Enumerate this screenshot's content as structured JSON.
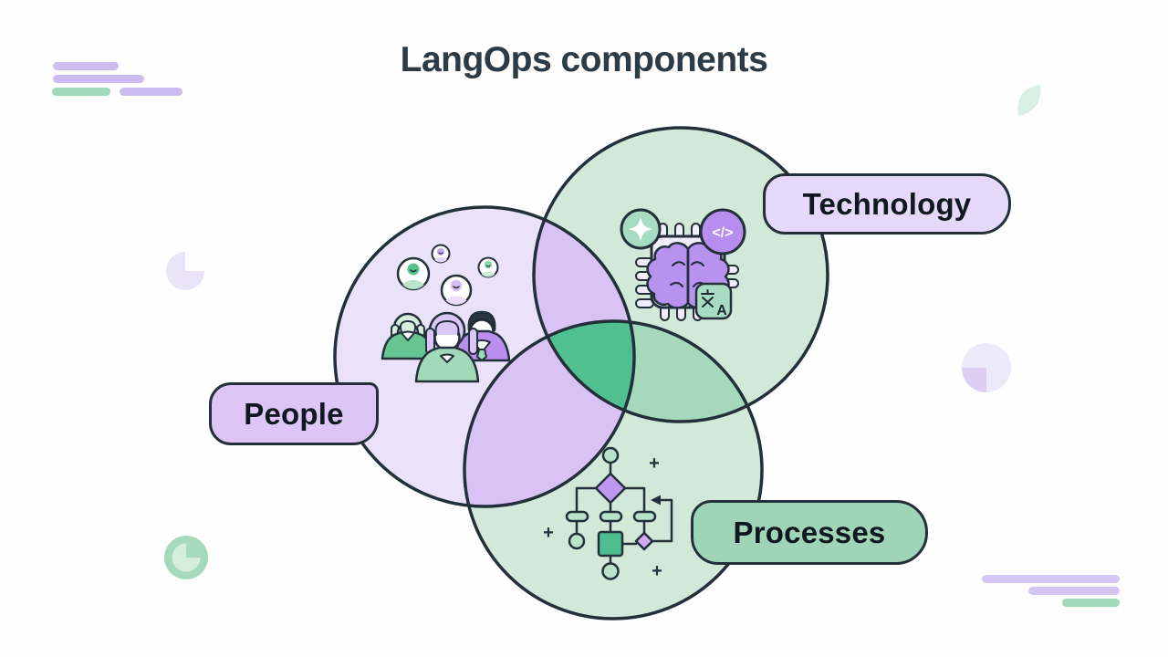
{
  "title": "LangOps components",
  "venn": {
    "circles": [
      {
        "id": "people",
        "label": "People",
        "fill": "#e9e2f8",
        "label_fill": "#ddc6f6"
      },
      {
        "id": "technology",
        "label": "Technology",
        "fill": "#d2e9da",
        "label_fill": "#e6d8f8"
      },
      {
        "id": "processes",
        "label": "Processes",
        "fill": "#d2e9da",
        "label_fill": "#a0d4b8"
      }
    ],
    "overlap_colors": {
      "people_technology": "#d9c3f4",
      "people_processes": "#d9c3f4",
      "technology_processes": "#a6d9bc",
      "center": "#50c090"
    },
    "outline_color": "#232f39"
  },
  "tech_icon": {
    "code_glyph": "</>",
    "translate_zh": "文",
    "translate_a": "A"
  },
  "flowchart_icon": {
    "plus": "+"
  },
  "icons": {
    "people_group": "people-group-icon",
    "brain_chip": "brain-chip-icon",
    "sparkle": "sparkle-icon",
    "code_badge": "code-icon",
    "translate_badge": "translate-icon",
    "flowchart": "flowchart-icon",
    "pie_decorations": "pie-icon",
    "leaf_decoration": "leaf-icon"
  },
  "deco_colors": {
    "accent_purple": "#cdbcf2",
    "accent_green": "#9fd9b8",
    "faint_purple": "#e9e4f7",
    "faint_green": "#d9efe3"
  }
}
